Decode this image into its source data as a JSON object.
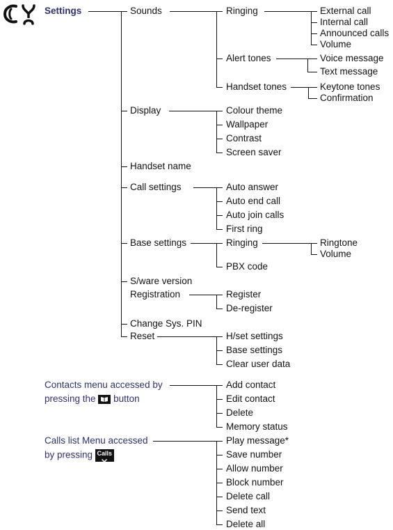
{
  "settings": {
    "title": "Settings",
    "sounds": "Sounds",
    "ringing": "Ringing",
    "ringing_items": [
      "External call",
      "Internal call",
      "Announced calls",
      "Volume"
    ],
    "alert_tones": "Alert tones",
    "alert_items": [
      "Voice message",
      "Text message"
    ],
    "handset_tones": "Handset tones",
    "handset_tone_items": [
      "Keytone tones",
      "Confirmation"
    ],
    "display": "Display",
    "display_items": [
      "Colour theme",
      "Wallpaper",
      "Contrast",
      "Screen saver"
    ],
    "handset_name": "Handset name",
    "call_settings": "Call settings",
    "call_settings_items": [
      "Auto answer",
      "Auto end call",
      "Auto join calls",
      "First ring"
    ],
    "base_settings": "Base settings",
    "base_ringing": "Ringing",
    "base_ringing_items": [
      "Ringtone",
      "Volume"
    ],
    "pbx_code": "PBX code",
    "sware_version": "S/ware version",
    "registration": "Registration",
    "registration_items": [
      "Register",
      "De-register"
    ],
    "change_pin": "Change Sys. PIN",
    "reset": "Reset",
    "reset_items": [
      "H/set settings",
      "Base settings",
      "Clear user data"
    ]
  },
  "contacts": {
    "line1": "Contacts menu accessed by",
    "line2_pre": "pressing the",
    "line2_post": "button",
    "items": [
      "Add contact",
      "Edit contact",
      "Delete",
      "Memory status"
    ]
  },
  "calls": {
    "line1": "Calls list Menu accessed",
    "line2_pre": "by pressing",
    "button_label": "Calls",
    "items": [
      "Play message*",
      "Save number",
      "Allow number",
      "Block number",
      "Delete call",
      "Send text",
      "Delete all"
    ]
  },
  "colors": {
    "accent": "#2e3070",
    "line": "#111111"
  }
}
